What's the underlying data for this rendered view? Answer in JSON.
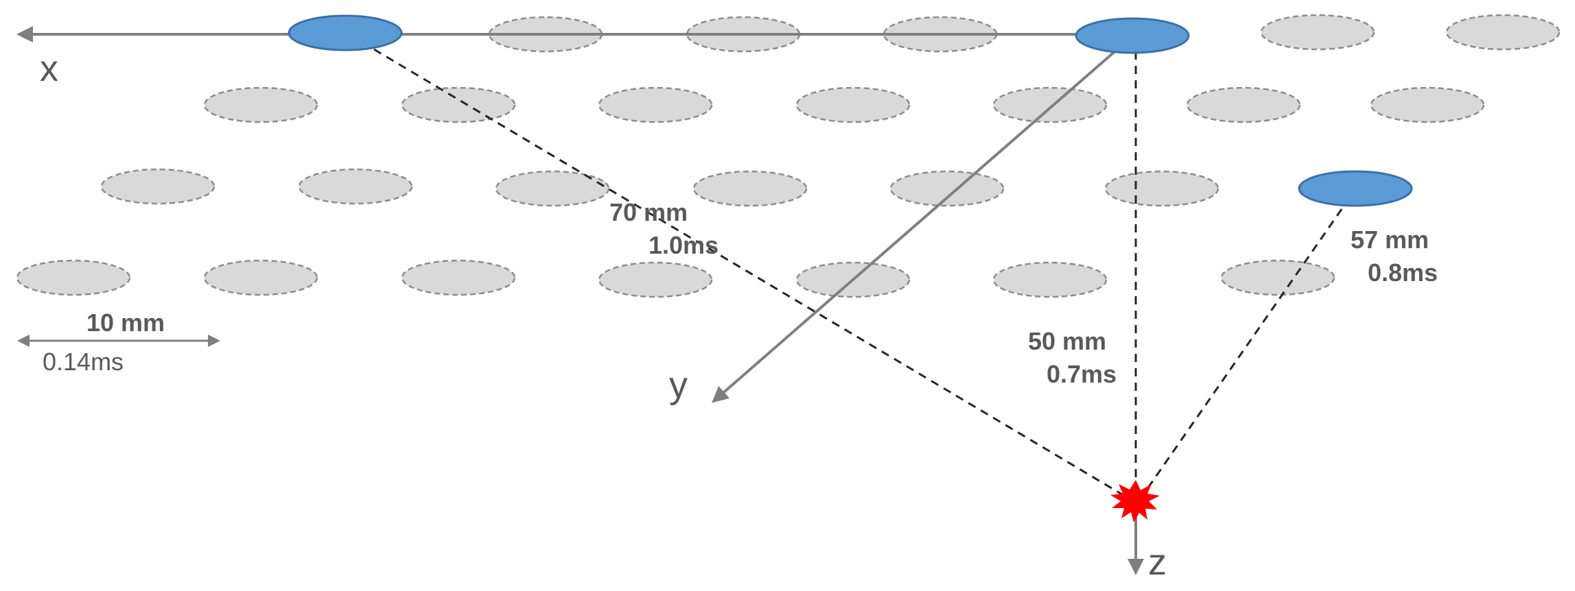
{
  "axes": {
    "x_label": "x",
    "y_label": "y",
    "z_label": "z"
  },
  "scale": {
    "distance": "10 mm",
    "time": "0.14ms"
  },
  "measurements": [
    {
      "distance": "70 mm",
      "time": "1.0ms"
    },
    {
      "distance": "50 mm",
      "time": "0.7ms"
    },
    {
      "distance": "57 mm",
      "time": "0.8ms"
    }
  ],
  "colors": {
    "active_sensor": "#5b9bd5",
    "active_sensor_stroke": "#3a70a8",
    "inactive_sensor": "#d9d9d9",
    "inactive_sensor_stroke": "#8c8c8c",
    "axis": "#7f7f7f",
    "path_line": "#262626",
    "label_text": "#595959",
    "source_marker": "#ff0000"
  },
  "icons": {
    "source": "red-starburst-icon"
  }
}
